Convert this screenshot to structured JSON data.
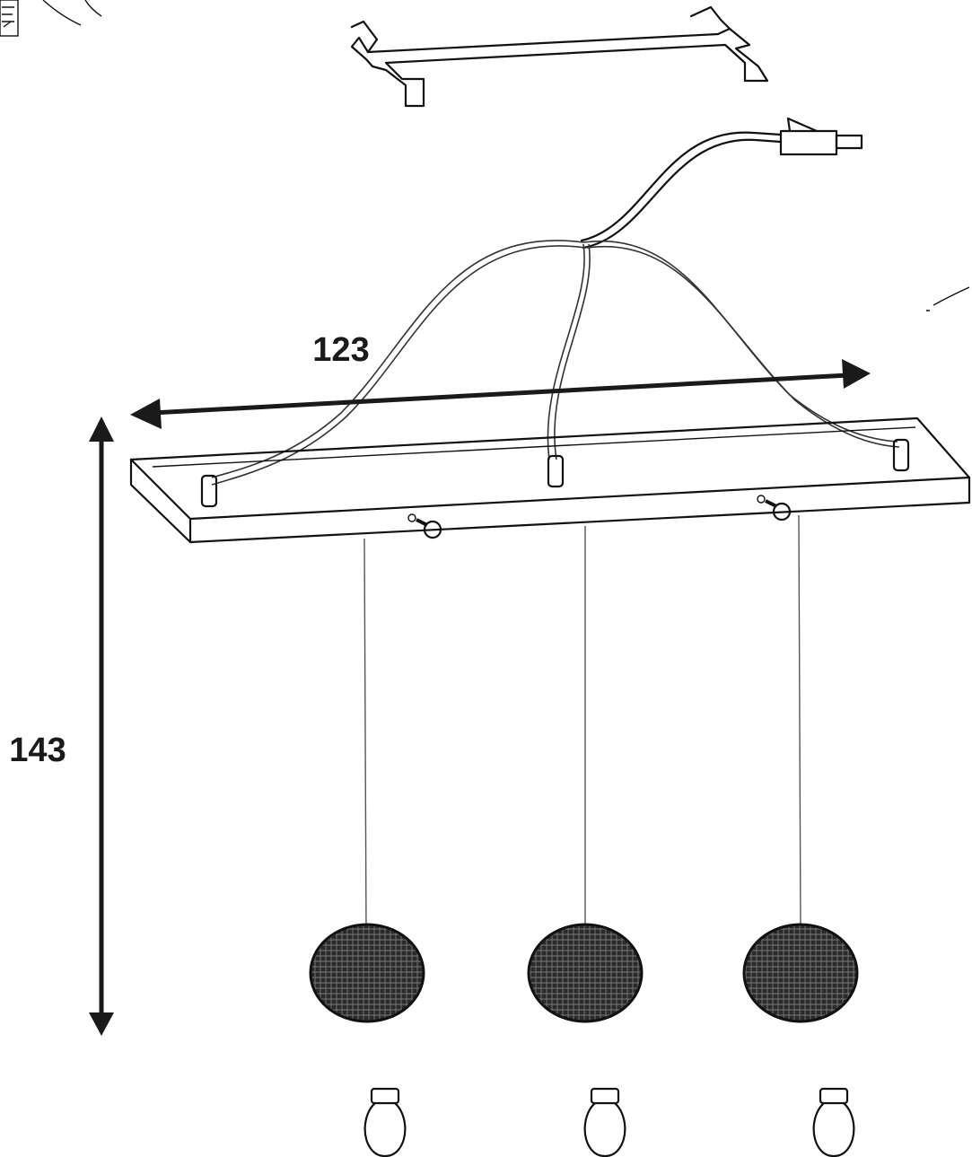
{
  "diagram": {
    "width_label": "123",
    "height_label": "143",
    "lamp_count": 3,
    "bulb_count": 3
  }
}
